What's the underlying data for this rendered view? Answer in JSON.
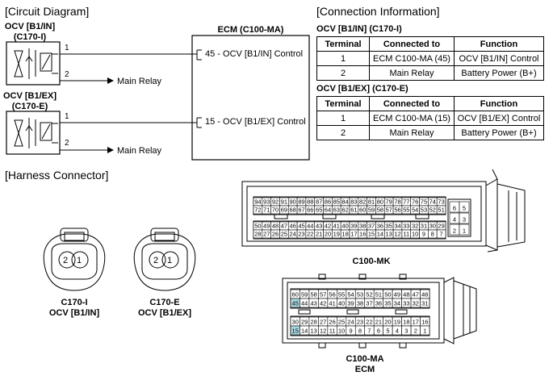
{
  "circuit": {
    "title": "[Circuit Diagram]",
    "ocv_in_label": [
      "OCV [B1/IN]",
      "(C170-I)"
    ],
    "ocv_ex_label": [
      "OCV [B1/EX]",
      "(C170-E)"
    ],
    "pin1": "1",
    "pin2": "2",
    "main_relay": "Main Relay",
    "ecm_title": "ECM (C100-MA)",
    "ecm_pin45": "45 - OCV [B1/IN] Control",
    "ecm_pin15": "15 - OCV [B1/EX] Control"
  },
  "connection": {
    "title": "[Connection Information]",
    "headers": [
      "Terminal",
      "Connected to",
      "Function"
    ],
    "in_title": "OCV [B1/IN] (C170-I)",
    "in_rows": [
      [
        "1",
        "ECM C100-MA (45)",
        "OCV [B1/IN] Control"
      ],
      [
        "2",
        "Main Relay",
        "Battery Power (B+)"
      ]
    ],
    "ex_title": "OCV [B1/EX] (C170-E)",
    "ex_rows": [
      [
        "1",
        "ECM C100-MA (15)",
        "OCV [B1/EX] Control"
      ],
      [
        "2",
        "Main Relay",
        "Battery Power (B+)"
      ]
    ]
  },
  "harness": {
    "title": "[Harness Connector]",
    "c170i_label": [
      "C170-I",
      "OCV [B1/IN]"
    ],
    "c170e_label": [
      "C170-E",
      "OCV [B1/EX]"
    ],
    "mk_label": "C100-MK",
    "ma_label": [
      "C100-MA",
      "ECM"
    ],
    "highlight_color": "#a9d7e0",
    "mk_row1": [
      "94",
      "93",
      "92",
      "91",
      "90",
      "89",
      "88",
      "87",
      "86",
      "85",
      "84",
      "83",
      "82",
      "81",
      "80",
      "79",
      "78",
      "77",
      "76",
      "75",
      "74",
      "73"
    ],
    "mk_row2": [
      "72",
      "71",
      "70",
      "69",
      "68",
      "67",
      "66",
      "65",
      "64",
      "63",
      "62",
      "61",
      "60",
      "59",
      "58",
      "57",
      "56",
      "55",
      "54",
      "53",
      "52",
      "51"
    ],
    "mk_row3": [
      "50",
      "49",
      "48",
      "47",
      "46",
      "45",
      "44",
      "43",
      "42",
      "41",
      "40",
      "39",
      "38",
      "37",
      "36",
      "35",
      "34",
      "33",
      "32",
      "31",
      "30",
      "29"
    ],
    "mk_row4": [
      "28",
      "27",
      "26",
      "25",
      "24",
      "23",
      "22",
      "21",
      "20",
      "19",
      "18",
      "17",
      "16",
      "15",
      "14",
      "13",
      "12",
      "11",
      "10",
      "9",
      "8",
      "7"
    ],
    "mk_side": [
      [
        "6",
        "5"
      ],
      [
        "4",
        "3"
      ],
      [
        "2",
        "1"
      ]
    ],
    "ma_row1": [
      "60",
      "59",
      "58",
      "57",
      "56",
      "55",
      "54",
      "53",
      "52",
      "51",
      "50",
      "49",
      "48",
      "47",
      "46"
    ],
    "ma_row2": [
      "45",
      "44",
      "43",
      "42",
      "41",
      "40",
      "39",
      "38",
      "37",
      "36",
      "35",
      "34",
      "33",
      "32",
      "31"
    ],
    "ma_row3": [
      "30",
      "29",
      "28",
      "27",
      "26",
      "25",
      "24",
      "23",
      "22",
      "21",
      "20",
      "19",
      "18",
      "17",
      "16"
    ],
    "ma_row4": [
      "15",
      "14",
      "13",
      "12",
      "11",
      "10",
      "9",
      "8",
      "7",
      "6",
      "5",
      "4",
      "3",
      "2",
      "1"
    ],
    "ma_highlight": [
      "45",
      "15"
    ]
  }
}
